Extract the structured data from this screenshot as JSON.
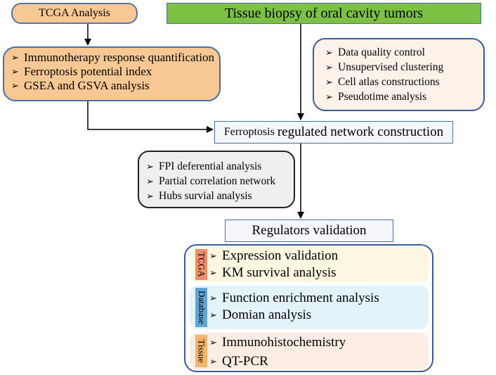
{
  "tcga_analysis": {
    "label": "TCGA Analysis"
  },
  "biopsy": {
    "label": "Tissue biopsy of oral cavity tumors"
  },
  "tcga_steps": [
    "Immunotherapy response quantification",
    "Ferroptosis potential index",
    "GSEA and GSVA analysis"
  ],
  "scrna_steps": [
    "Data quality control",
    "Unsupervised clustering",
    "Cell atlas constructions",
    "Pseudotime analysis"
  ],
  "network": {
    "label_part1": "Ferroptosis",
    "label_part2": "regulated network construction"
  },
  "network_steps": [
    "FPI deferential analysis",
    "Partial correlation network",
    "Hubs survial analysis"
  ],
  "validation": {
    "label": "Regulators validation"
  },
  "validation_sections": [
    {
      "tag": "TCGA",
      "items": [
        "Expression validation",
        "KM survival analysis"
      ]
    },
    {
      "tag": "Database",
      "items": [
        "Function enrichment analysis",
        "Domian analysis"
      ]
    },
    {
      "tag": "Tissue",
      "items": [
        "Immunohistochemistry",
        "QT-PCR"
      ]
    }
  ],
  "bullet_glyph": "➢",
  "colors": {
    "orange_box": "#f8c894",
    "green_box": "#7cc143",
    "border_blue": "#3b5a99",
    "tag_tcga": "#f28d69",
    "tag_database": "#5fa6d6",
    "tag_tissue": "#f5b36b"
  }
}
